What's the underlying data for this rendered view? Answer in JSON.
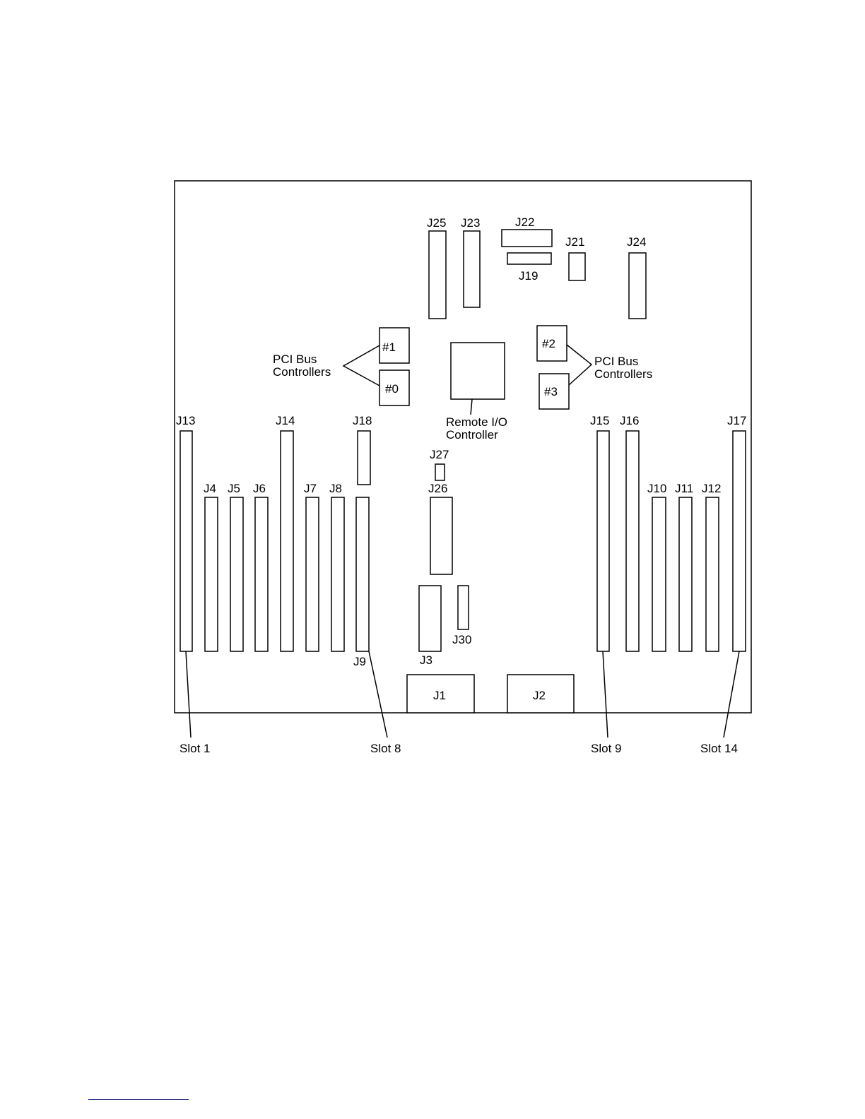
{
  "connectors": {
    "J25": "J25",
    "J23": "J23",
    "J22": "J22",
    "J21": "J21",
    "J24": "J24",
    "J19": "J19",
    "J13": "J13",
    "J14": "J14",
    "J18": "J18",
    "J4": "J4",
    "J5": "J5",
    "J6": "J6",
    "J7": "J7",
    "J8": "J8",
    "J9": "J9",
    "J27": "J27",
    "J26": "J26",
    "J3": "J3",
    "J30": "J30",
    "J1": "J1",
    "J2": "J2",
    "J15": "J15",
    "J16": "J16",
    "J17": "J17",
    "J10": "J10",
    "J11": "J11",
    "J12": "J12"
  },
  "controllers": {
    "c0": "#0",
    "c1": "#1",
    "c2": "#2",
    "c3": "#3"
  },
  "labels": {
    "pci_left_line1": "PCI  Bus",
    "pci_left_line2": "Controllers",
    "pci_right_line1": "PCI  Bus",
    "pci_right_line2": "Controllers",
    "rio_line1": "Remote  I/O",
    "rio_line2": "Controller",
    "slot1": "Slot  1",
    "slot8": "Slot  8",
    "slot9": "Slot  9",
    "slot14": "Slot  14"
  }
}
